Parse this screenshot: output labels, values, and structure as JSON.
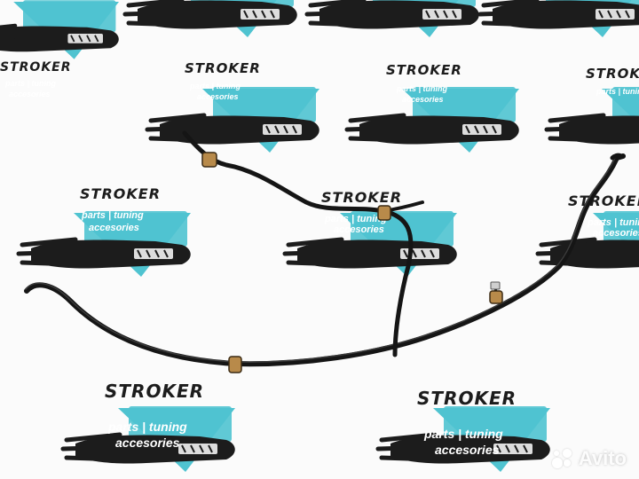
{
  "photo": {
    "subject": "black vacuum hose assembly with clips",
    "watermark": {
      "brand": "STROKER",
      "tagline_1": "parts | tuning",
      "tagline_2": "accesories",
      "accent_color": "#4fc3d0",
      "ink_color": "#1c1c1c"
    },
    "marketplace_badge": {
      "label": "Avito",
      "icon": "avito-dots-icon"
    }
  }
}
